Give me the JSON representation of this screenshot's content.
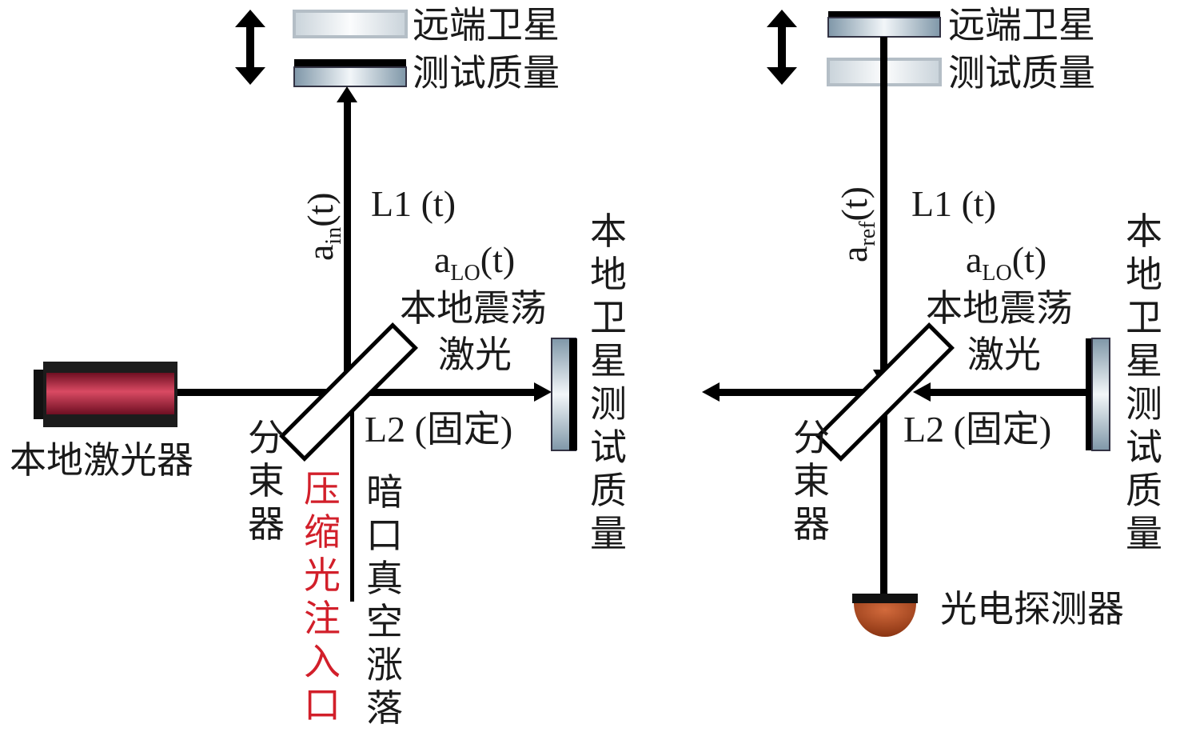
{
  "left": {
    "remote_satellite": "远端卫星",
    "test_mass": "测试质量",
    "signal": {
      "base": "a",
      "sub": "in",
      "arg": "(t)"
    },
    "arm1": "L1 (t)",
    "lo": {
      "base": "a",
      "sub": "LO",
      "arg": "(t)"
    },
    "lo_caption_line1": "本地震荡",
    "lo_caption_line2": "激光",
    "local_test_mass": "本地卫星测试质量",
    "laser": "本地激光器",
    "splitter": "分束器",
    "arm2": "L2 (固定)",
    "squeezed_input": "压缩光注入口",
    "dark_port": "暗口真空涨落"
  },
  "right": {
    "remote_satellite": "远端卫星",
    "test_mass": "测试质量",
    "signal": {
      "base": "a",
      "sub": "ref",
      "arg": "(t)"
    },
    "arm1": "L1 (t)",
    "lo": {
      "base": "a",
      "sub": "LO",
      "arg": "(t)"
    },
    "lo_caption_line1": "本地震荡",
    "lo_caption_line2": "激光",
    "local_test_mass": "本地卫星测试质量",
    "splitter": "分束器",
    "arm2": "L2 (固定)",
    "detector": "光电探测器"
  },
  "colors": {
    "beam": "#000000",
    "laser_body": "#b0203a",
    "detector": "#a0401c",
    "squeezed_text": "#d21f2a",
    "mirror_fill": "#9fb3c2"
  }
}
